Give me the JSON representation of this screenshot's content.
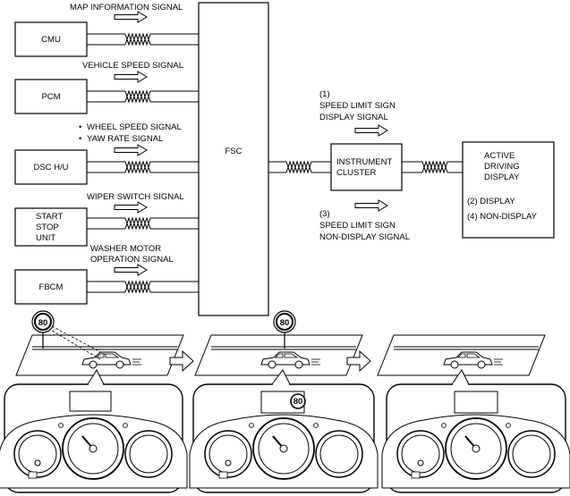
{
  "modules": {
    "cmu": "CMU",
    "pcm": "PCM",
    "dsc": "DSC H/U",
    "start_stop": [
      "START",
      "STOP",
      "UNIT"
    ],
    "fbcm": "FBCM",
    "fsc": "FSC",
    "instrument_cluster": [
      "INSTRUMENT",
      "CLUSTER"
    ],
    "active_display": [
      "ACTIVE",
      "DRIVING",
      "DISPLAY"
    ]
  },
  "signals": {
    "map_info": "MAP INFORMATION SIGNAL",
    "vehicle_speed": "VEHICLE SPEED SIGNAL",
    "wheel_speed": "WHEEL SPEED SIGNAL",
    "yaw_rate": "YAW RATE SIGNAL",
    "wiper_switch": "WIPER SWITCH SIGNAL",
    "washer_motor": [
      "WASHER MOTOR",
      "OPERATION SIGNAL"
    ],
    "display_signal": [
      "(1)",
      "SPEED LIMIT SIGN",
      "DISPLAY SIGNAL"
    ],
    "non_display_signal": [
      "(3)",
      "SPEED LIMIT SIGN",
      "NON-DISPLAY SIGNAL"
    ]
  },
  "display_states": {
    "display": "(2) DISPLAY",
    "non_display": "(4) NON-DISPLAY"
  },
  "speed_sign": "80",
  "bullet": "•"
}
